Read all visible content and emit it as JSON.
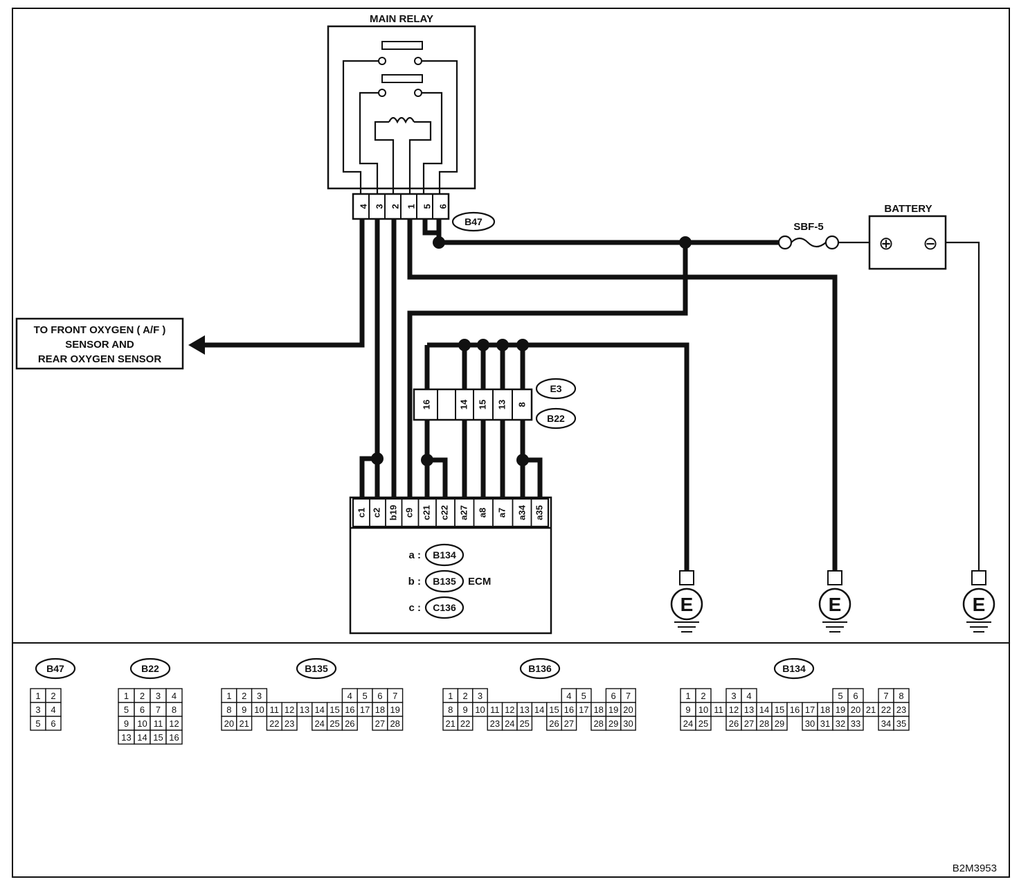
{
  "main_relay": {
    "title": "MAIN RELAY",
    "pins": [
      "4",
      "3",
      "2",
      "1",
      "5",
      "6"
    ],
    "connector": "B47"
  },
  "battery": {
    "title": "BATTERY",
    "plus": "⊕",
    "minus": "⊖"
  },
  "fuse": {
    "label": "SBF-5"
  },
  "destination": {
    "lines": [
      "TO FRONT OXYGEN ( A/F )",
      "SENSOR AND",
      "REAR OXYGEN SENSOR"
    ]
  },
  "joint_connector": {
    "pins": [
      "16",
      "",
      "14",
      "15",
      "13",
      "8"
    ],
    "codes": [
      "E3",
      "B22"
    ]
  },
  "ecm": {
    "label": "ECM",
    "pins": [
      "c1",
      "c2",
      "b19",
      "c9",
      "c21",
      "c22",
      "a27",
      "a8",
      "a7",
      "a34",
      "a35"
    ],
    "legend": [
      {
        "prefix": "a :",
        "code": "B134"
      },
      {
        "prefix": "b :",
        "code": "B135"
      },
      {
        "prefix": "c :",
        "code": "C136"
      }
    ]
  },
  "ground_symbol": "E",
  "connector_views": [
    {
      "code": "B47",
      "rows": [
        [
          "1",
          "2"
        ],
        [
          "3",
          "4"
        ],
        [
          "5",
          "6"
        ]
      ]
    },
    {
      "code": "B22",
      "rows": [
        [
          "1",
          "2",
          "3",
          "4"
        ],
        [
          "5",
          "6",
          "7",
          "8"
        ],
        [
          "9",
          "10",
          "11",
          "12"
        ],
        [
          "13",
          "14",
          "15",
          "16"
        ]
      ]
    },
    {
      "code": "B135",
      "rows": [
        [
          "1",
          "2",
          "3",
          "",
          "",
          "",
          "",
          "",
          "4",
          "5",
          "6",
          "7"
        ],
        [
          "8",
          "9",
          "10",
          "11",
          "12",
          "13",
          "14",
          "15",
          "16",
          "17",
          "18",
          "19"
        ],
        [
          "20",
          "21",
          "",
          "22",
          "23",
          "",
          "24",
          "25",
          "26",
          "",
          "27",
          "28"
        ]
      ]
    },
    {
      "code": "B136",
      "rows": [
        [
          "1",
          "2",
          "3",
          "",
          "",
          "",
          "",
          "",
          "4",
          "5",
          "",
          "6",
          "7"
        ],
        [
          "8",
          "9",
          "10",
          "11",
          "12",
          "13",
          "14",
          "15",
          "16",
          "17",
          "18",
          "19",
          "20"
        ],
        [
          "21",
          "22",
          "",
          "23",
          "24",
          "25",
          "",
          "26",
          "27",
          "",
          "28",
          "29",
          "30"
        ]
      ]
    },
    {
      "code": "B134",
      "rows": [
        [
          "1",
          "2",
          "",
          "3",
          "4",
          "",
          "",
          "",
          "",
          "",
          "5",
          "6",
          "",
          "7",
          "8"
        ],
        [
          "9",
          "10",
          "11",
          "12",
          "13",
          "14",
          "15",
          "16",
          "17",
          "18",
          "19",
          "20",
          "21",
          "22",
          "23"
        ],
        [
          "24",
          "25",
          "",
          "26",
          "27",
          "28",
          "29",
          "",
          "30",
          "31",
          "32",
          "33",
          "",
          "34",
          "35"
        ]
      ]
    }
  ],
  "figure_id": "B2M3953"
}
